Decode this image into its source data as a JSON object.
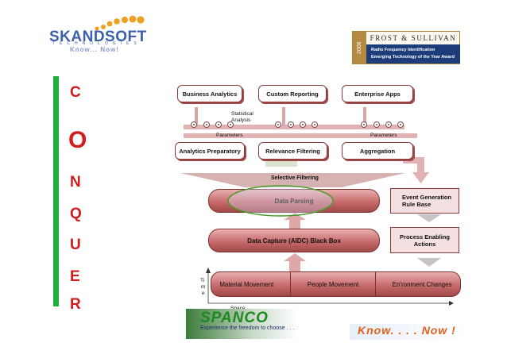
{
  "header": {
    "logo_name": "SKANDSOFT",
    "logo_sub": "TECHNOLOGIES",
    "logo_tag": "Know... Now!",
    "award_year": "2006",
    "award_title": "FROST & SULLIVAN",
    "award_line1": "Radio Frequency Identification",
    "award_line2": "Emerging Technology of the Year Award"
  },
  "conquer_letters": [
    "C",
    "O",
    "N",
    "Q",
    "U",
    "E",
    "R"
  ],
  "diagram": {
    "top_apps": [
      "Business Analytics",
      "Custom Reporting",
      "Enterprise Apps"
    ],
    "statistical_analysis": [
      "Statistical",
      "Analysis"
    ],
    "parameters_left": "Parameters",
    "parameters_right": "Parameters",
    "mid_boxes": [
      "Analytics Preparatory",
      "Relevance Filtering",
      "Aggregation"
    ],
    "selective_filtering": "Selective Filtering",
    "data_parsing": "Data Parsing",
    "data_capture": "Data Capture (AIDC) Black Box",
    "bottom_segments": [
      "Material Movement",
      "People Movement",
      "En'ronment Changes"
    ],
    "event_generation": [
      "Event Generation",
      "Rule Base"
    ],
    "process_enabling": [
      "Process Enabling",
      "Actions"
    ],
    "time_axis": [
      "Ti",
      "m",
      "e"
    ],
    "space_axis": "Space"
  },
  "footer": {
    "spanco_name": "SPANCO",
    "spanco_tag": "Experience the freedom to choose . . .",
    "know_now": "Know. . . .  Now !"
  },
  "colors": {
    "accent_red": "#d11a1a",
    "green_bar": "#1db13a",
    "pipe": "#c86b6b",
    "brand_blue": "#3a5fae"
  }
}
